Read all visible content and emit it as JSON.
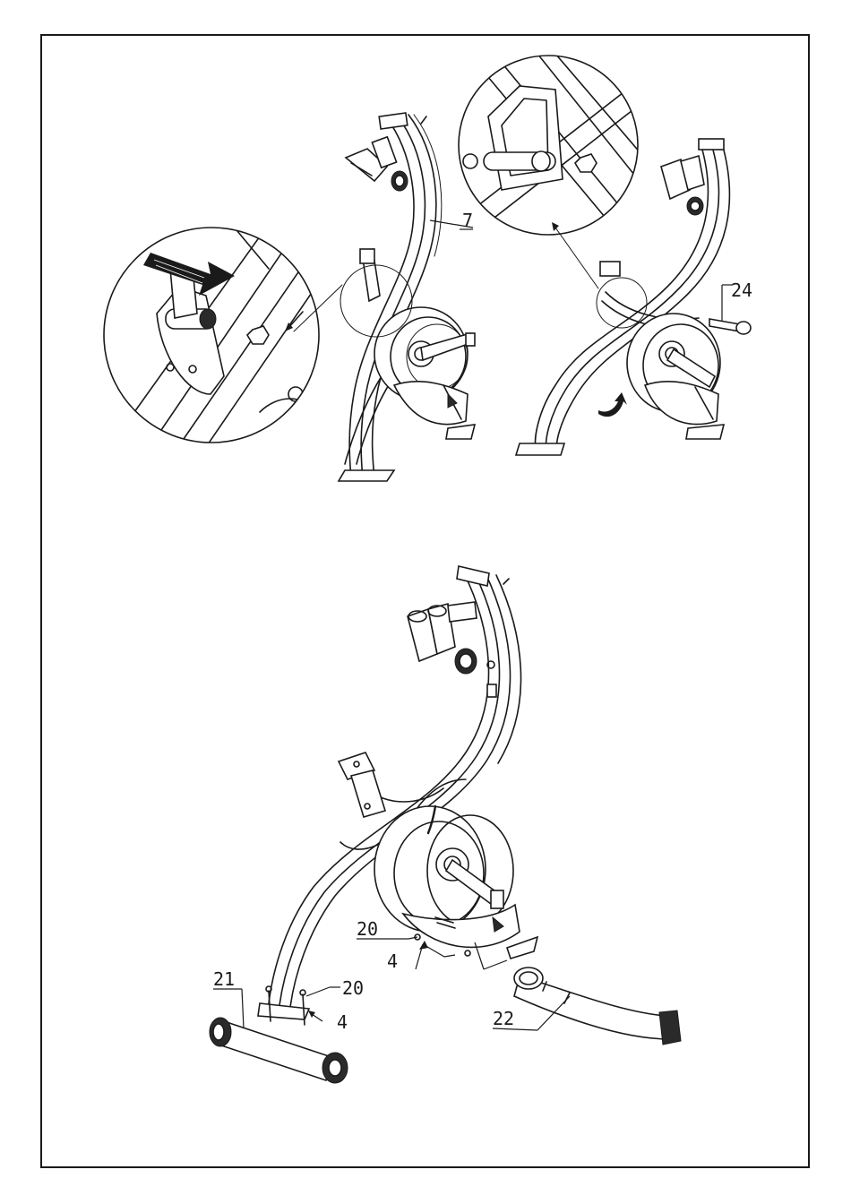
{
  "figure_top": {
    "callouts": {
      "part_7": "7",
      "part_24": "24"
    }
  },
  "figure_bottom": {
    "callouts": {
      "part_20_right": "20",
      "part_4_right": "4",
      "part_21": "21",
      "part_20_left": "20",
      "part_4_left": "4",
      "part_22": "22"
    }
  },
  "colors": {
    "line": "#1a1a1a",
    "background": "#ffffff",
    "frame": "#1a1a1a"
  }
}
